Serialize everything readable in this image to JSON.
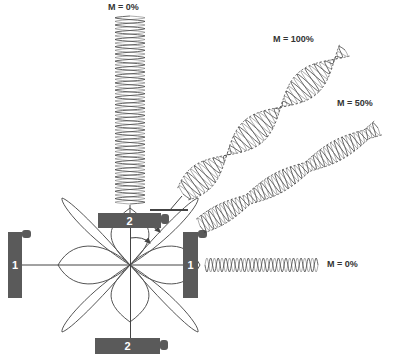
{
  "diagram": {
    "nodes": [
      {
        "text": [
          "2"
        ]
      },
      {
        "text": [
          "1"
        ]
      },
      {
        "text": [
          "1"
        ]
      },
      {
        "text": [
          "2"
        ]
      }
    ],
    "edges": [
      {
        "from": 1,
        "to": 2,
        "arrow": "none"
      },
      {
        "from": 0,
        "to": 3,
        "arrow": "none"
      }
    ],
    "labels": [
      "M = 0%",
      "M = 100%",
      "M = 50%",
      "M = 0%"
    ]
  }
}
